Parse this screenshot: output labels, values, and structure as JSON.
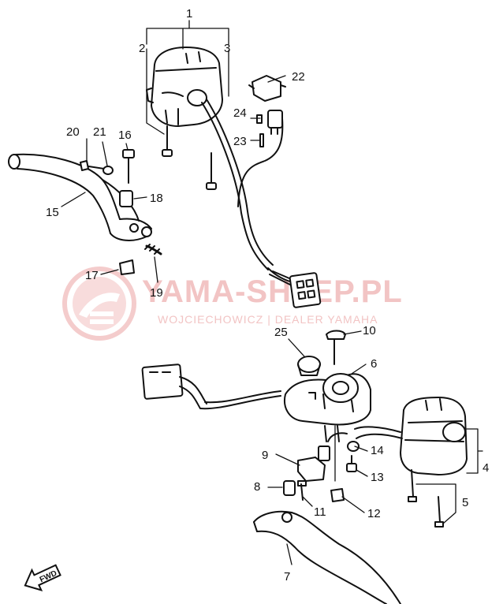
{
  "watermark": {
    "title": "YAMA-SHLEP.PL",
    "subtitle": "WOJCIECHOWICZ | DEALER YAMAHA"
  },
  "direction_badge": "FWD",
  "callouts": [
    "1",
    "2",
    "3",
    "4",
    "5",
    "6",
    "7",
    "8",
    "9",
    "10",
    "11",
    "12",
    "13",
    "14",
    "15",
    "16",
    "17",
    "18",
    "19",
    "20",
    "21",
    "22",
    "23",
    "24",
    "25"
  ],
  "colors": {
    "line": "#111111",
    "watermark": "#f2c4c4"
  }
}
